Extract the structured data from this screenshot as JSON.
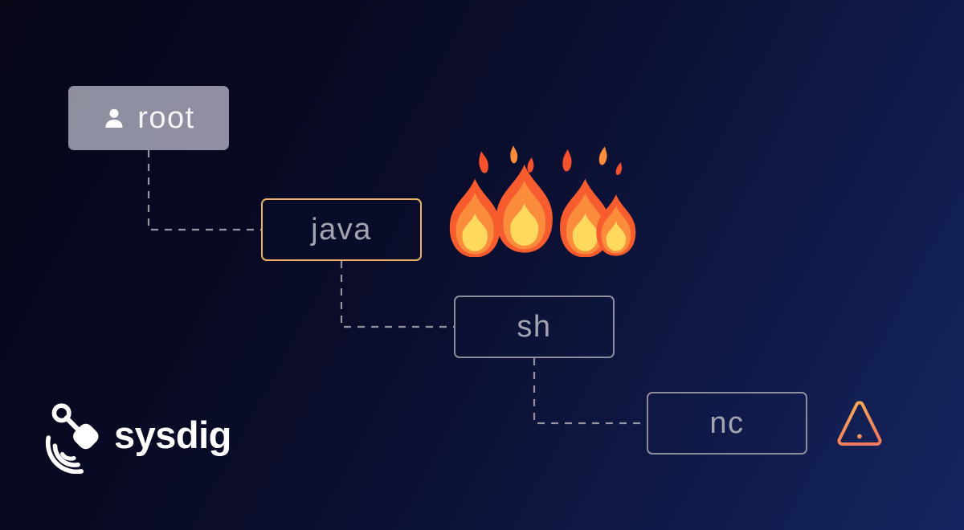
{
  "background": {
    "gradient_from": "#060617",
    "gradient_mid": "#0a0d2c",
    "gradient_to": "#15255f"
  },
  "diagram": {
    "type": "process-tree",
    "nodes": [
      {
        "label": "root",
        "icon": "user-icon",
        "style": "filled-gray"
      },
      {
        "label": "java",
        "style": "highlighted-amber-border",
        "badge": "fire-icon"
      },
      {
        "label": "sh",
        "style": "gray-border"
      },
      {
        "label": "nc",
        "style": "gray-border",
        "badge": "warning-icon"
      }
    ],
    "edges": [
      {
        "from": "root",
        "to": "java",
        "style": "dashed"
      },
      {
        "from": "java",
        "to": "sh",
        "style": "dashed"
      },
      {
        "from": "sh",
        "to": "nc",
        "style": "dashed"
      }
    ]
  },
  "icons": {
    "user": "user-icon",
    "fire": "fire-icon",
    "warning": "warning-icon",
    "logo_mark": "sysdig-shovel-icon"
  },
  "logo": {
    "text": "sysdig"
  },
  "colors": {
    "node_border_gray": "#8d8d9d",
    "node_border_amber": "#e9b469",
    "node_text": "#a3a4b2",
    "root_text": "#f5f5f8",
    "root_fill": "rgba(195,195,210,0.72)",
    "connector": "#9494a2",
    "flame_outer": "#f75c2f",
    "flame_mid": "#fb8c3c",
    "flame_inner": "#ffd95e",
    "warning_gradient_top": "#f9b054",
    "warning_gradient_bottom": "#ef7a5e",
    "logo_white": "#ffffff"
  }
}
